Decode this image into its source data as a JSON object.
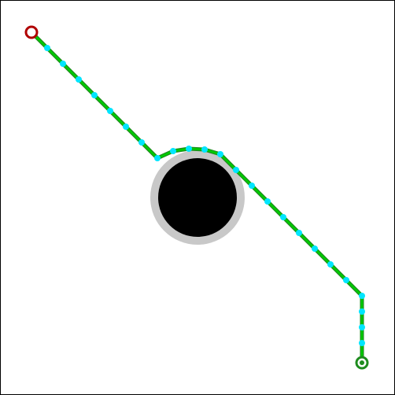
{
  "colors": {
    "background": "#ffffff",
    "frame": "#000000",
    "obstacle": "#000000",
    "obstacle_margin": "#c8c8c8",
    "path_under": "#1e8c1e",
    "path": "#00cc00",
    "waypoint": "#00e5ff",
    "start_marker": "#b00000",
    "goal_marker": "#1e8c1e"
  },
  "icons": {
    "start": "ring-marker",
    "goal": "ring-marker",
    "waypoint": "dot-marker",
    "obstacle": "filled-circle"
  }
}
